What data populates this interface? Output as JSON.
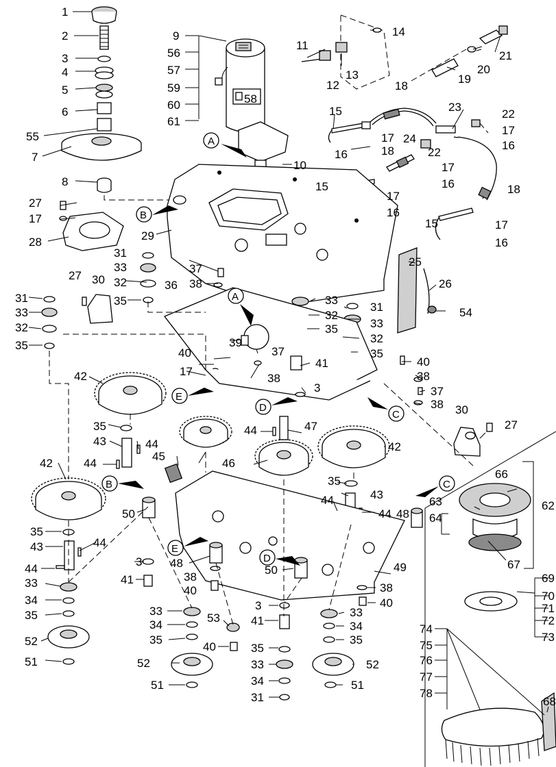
{
  "callouts": {
    "p1": "1",
    "p2": "2",
    "p3a": "3",
    "p4": "4",
    "p5": "5",
    "p6": "6",
    "p55": "55",
    "p7": "7",
    "p8": "8",
    "p9": "9",
    "p56": "56",
    "p57": "57",
    "p59": "59",
    "p60": "60",
    "p61": "61",
    "p58": "58",
    "p10": "10",
    "p11": "11",
    "p12": "12",
    "p13": "13",
    "p14": "14",
    "p19": "19",
    "p20": "20",
    "p21": "21",
    "p18a": "18",
    "p15a": "15",
    "p17a": "17",
    "p16a": "16",
    "p18b": "18",
    "p23": "23",
    "p22a": "22",
    "p17b": "17",
    "p16b": "16",
    "p24": "24",
    "p22b": "22",
    "p15b": "15",
    "p17c": "17",
    "p16c": "16",
    "p17d": "17",
    "p16d": "16",
    "p18c": "18",
    "p15c": "15",
    "p17e": "17",
    "p16e": "16",
    "p27a": "27",
    "p17f": "17",
    "p28": "28",
    "p29": "29",
    "p31a": "31",
    "p33a": "33",
    "p37a": "37",
    "p38a": "38",
    "p32a": "32",
    "p35a": "35",
    "p27b": "27",
    "p30a": "30",
    "p36": "36",
    "p31b": "31",
    "p33b": "33",
    "p32b": "32",
    "p35b": "35",
    "p25": "25",
    "p26": "26",
    "p54": "54",
    "p33c": "33",
    "p32c": "32",
    "p35c": "35",
    "p31c": "31",
    "p33d": "33",
    "p32d": "32",
    "p35d": "35",
    "p39": "39",
    "p40a": "40",
    "p37b": "37",
    "p17g": "17",
    "p38b": "38",
    "p41a": "41",
    "p3b": "3",
    "p40b": "40",
    "p38c": "38",
    "p37c": "37",
    "p38d": "38",
    "p42a": "42",
    "p35e": "35",
    "p43a": "43",
    "p44a": "44",
    "p44b": "44",
    "p45": "45",
    "p46": "46",
    "p44c": "44",
    "p47": "47",
    "p42b": "42",
    "p30b": "30",
    "p27c": "27",
    "p42c": "42",
    "p50a": "50",
    "p35f": "35",
    "p43b": "43",
    "p44d": "44",
    "p44e": "44",
    "p35g": "35",
    "p43c": "43",
    "p44f": "44",
    "p44g": "44",
    "p48a": "48",
    "p48b": "48",
    "p50b": "50",
    "p49": "49",
    "p62": "62",
    "p66": "66",
    "p63": "63",
    "p64": "64",
    "p67": "67",
    "p3c": "3",
    "p38e": "38",
    "p40c": "40",
    "p41b": "41",
    "p33e": "33",
    "p34a": "34",
    "p35h": "35",
    "p33f": "33",
    "p34b": "34",
    "p35i": "35",
    "p53": "53",
    "p40d": "40",
    "p3d": "3",
    "p41c": "41",
    "p35j": "35",
    "p33g": "33",
    "p34c": "34",
    "p31d": "31",
    "p33h": "33",
    "p34d": "34",
    "p35k": "35",
    "p38f": "38",
    "p40e": "40",
    "p52a": "52",
    "p51a": "51",
    "p52b": "52",
    "p51b": "51",
    "p52c": "52",
    "p51c": "51",
    "p69": "69",
    "p70": "70",
    "p71": "71",
    "p72": "72",
    "p73": "73",
    "p74": "74",
    "p75": "75",
    "p76": "76",
    "p77": "77",
    "p78": "78",
    "p68": "68"
  },
  "reference_letters": {
    "A1": "A",
    "A2": "A",
    "B1": "B",
    "B2": "B",
    "C1": "C",
    "C2": "C",
    "D1": "D",
    "D2": "D",
    "E1": "E",
    "E2": "E"
  }
}
